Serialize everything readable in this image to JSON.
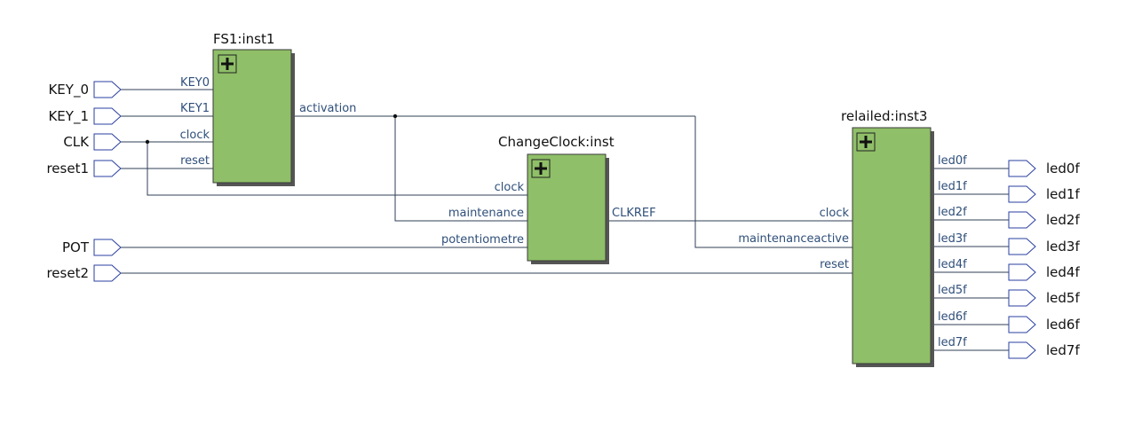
{
  "blocks": {
    "fs1": {
      "title": "FS1:inst1",
      "inputs": [
        "KEY0",
        "KEY1",
        "clock",
        "reset"
      ],
      "outputs": [
        "activation"
      ]
    },
    "changeclock": {
      "title": "ChangeClock:inst",
      "inputs": [
        "clock",
        "maintenance",
        "potentiometre"
      ],
      "outputs": [
        "CLKREF"
      ]
    },
    "relailed": {
      "title": "relailed:inst3",
      "inputs": [
        "clock",
        "maintenanceactive",
        "reset"
      ],
      "outputs": [
        "led0f",
        "led1f",
        "led2f",
        "led3f",
        "led4f",
        "led5f",
        "led6f",
        "led7f"
      ]
    }
  },
  "input_pins": [
    "KEY_0",
    "KEY_1",
    "CLK",
    "reset1",
    "POT",
    "reset2"
  ],
  "output_pins": [
    "led0f",
    "led1f",
    "led2f",
    "led3f",
    "led4f",
    "led5f",
    "led6f",
    "led7f"
  ],
  "colors": {
    "block_fill": "#8fbf68",
    "wire": "#2f3f55",
    "port_text": "#2f4f7a",
    "pin_outline": "#2a3fa0"
  },
  "icons": {
    "expand": "plus-icon"
  }
}
